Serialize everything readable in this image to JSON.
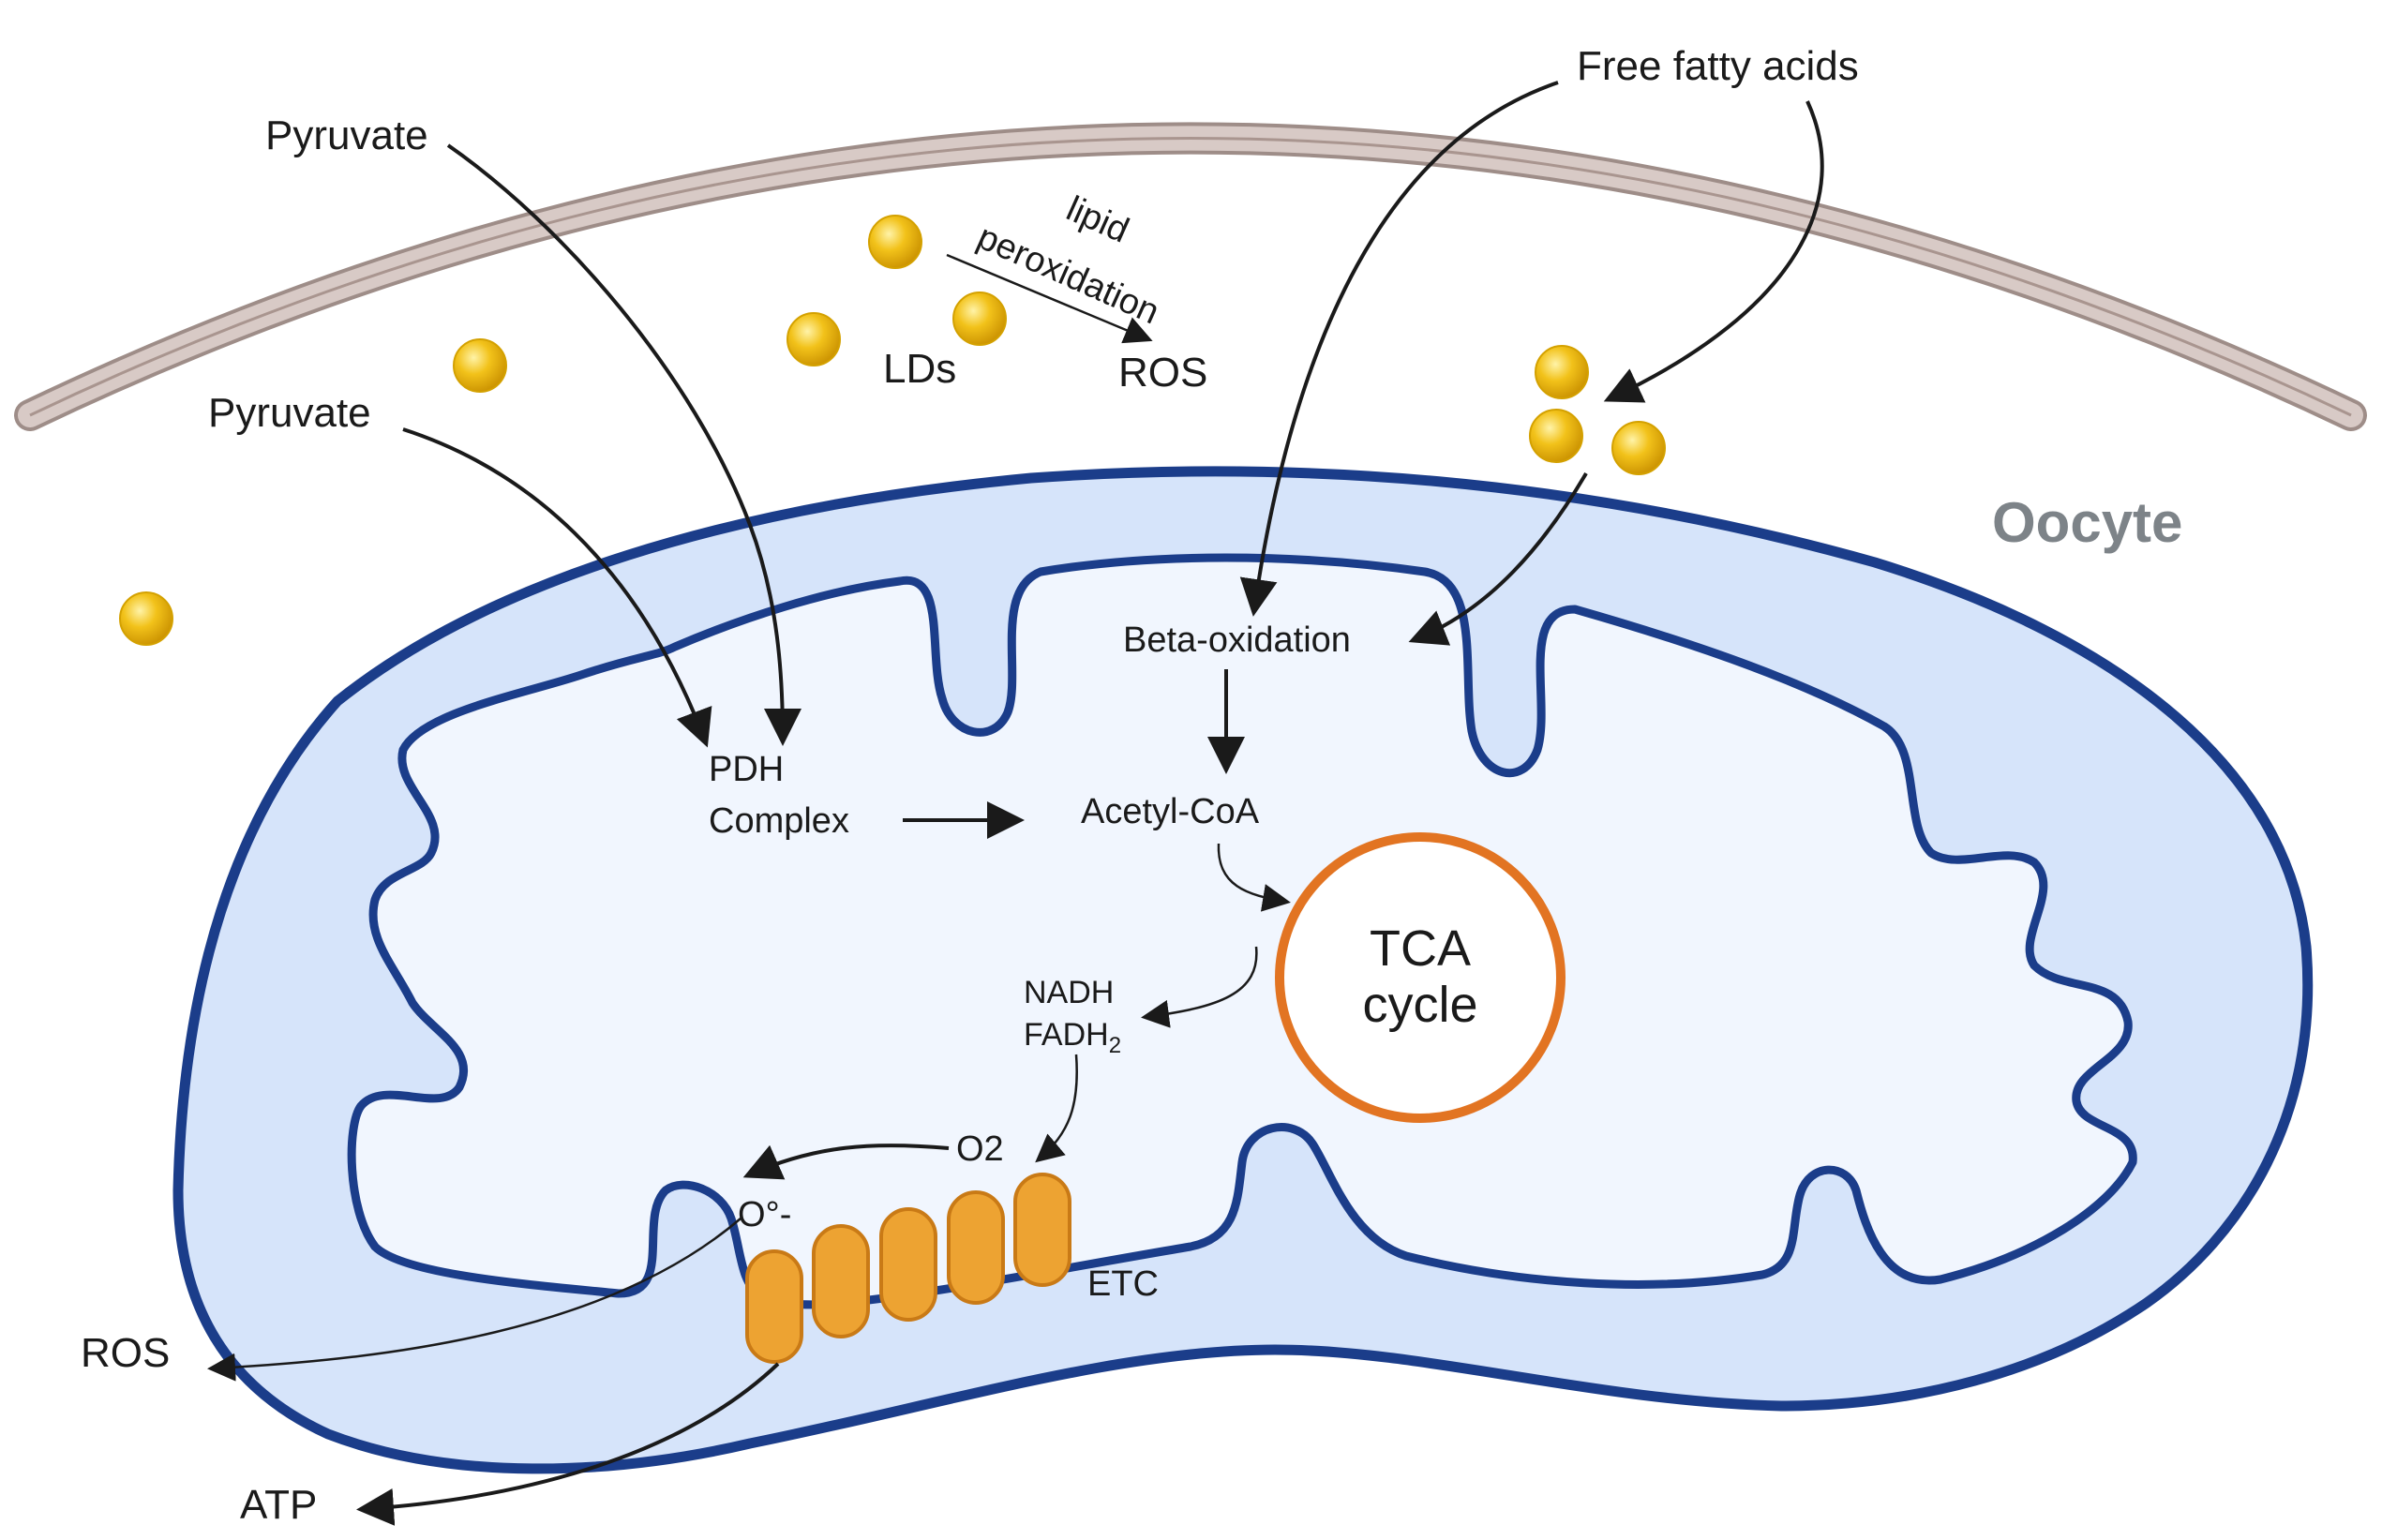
{
  "cell": {
    "label": "Oocyte"
  },
  "lipid_droplets": {
    "label": "LDs"
  },
  "labels": {
    "pyruvate_top": "Pyruvate",
    "pyruvate_left": "Pyruvate",
    "free_fatty_acids": "Free fatty acids",
    "lipid": "lipid",
    "peroxidation": "peroxidation",
    "ros_top": "ROS",
    "beta_oxidation": "Beta-oxidation",
    "pdh_line1": "PDH",
    "pdh_line2": "Complex",
    "acetyl_coa": "Acetyl-CoA",
    "tca_line1": "TCA",
    "tca_line2": "cycle",
    "nadh": "NADH",
    "fadh_base": "FADH",
    "fadh_sub": "2",
    "o2": "O2",
    "superoxide": "O°-",
    "etc": "ETC",
    "ros_bottom": "ROS",
    "atp": "ATP"
  },
  "colors": {
    "membrane_outer": "#1b3d8a",
    "matrix_outer_fill": "#d6e4fa",
    "matrix_inner_fill": "#f1f6fe",
    "cell_membrane": "#d5c6c3",
    "cell_membrane_edge": "#9e8d88",
    "lipid_droplet": "#f2c21a",
    "tca_ring": "#e27422",
    "etc_complex": "#eda332",
    "etc_edge": "#c97a16"
  }
}
